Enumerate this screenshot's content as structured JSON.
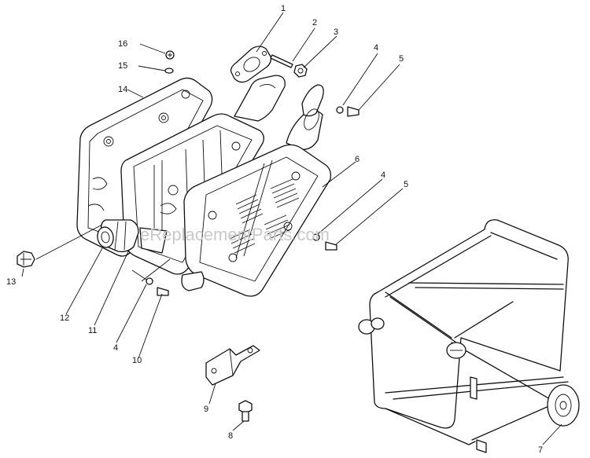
{
  "watermark": "eReplacementParts.com",
  "callouts": [
    {
      "id": "c1",
      "text": "1"
    },
    {
      "id": "c2",
      "text": "2"
    },
    {
      "id": "c3",
      "text": "3"
    },
    {
      "id": "c4a",
      "text": "4"
    },
    {
      "id": "c5a",
      "text": "5"
    },
    {
      "id": "c6",
      "text": "6"
    },
    {
      "id": "c4b",
      "text": "4"
    },
    {
      "id": "c5b",
      "text": "5"
    },
    {
      "id": "c16",
      "text": "16"
    },
    {
      "id": "c15",
      "text": "15"
    },
    {
      "id": "c14",
      "text": "14"
    },
    {
      "id": "c13",
      "text": "13"
    },
    {
      "id": "c12",
      "text": "12"
    },
    {
      "id": "c11",
      "text": "11"
    },
    {
      "id": "c4c",
      "text": "4"
    },
    {
      "id": "c10",
      "text": "10"
    },
    {
      "id": "c9",
      "text": "9"
    },
    {
      "id": "c8",
      "text": "8"
    },
    {
      "id": "c7",
      "text": "7"
    }
  ]
}
